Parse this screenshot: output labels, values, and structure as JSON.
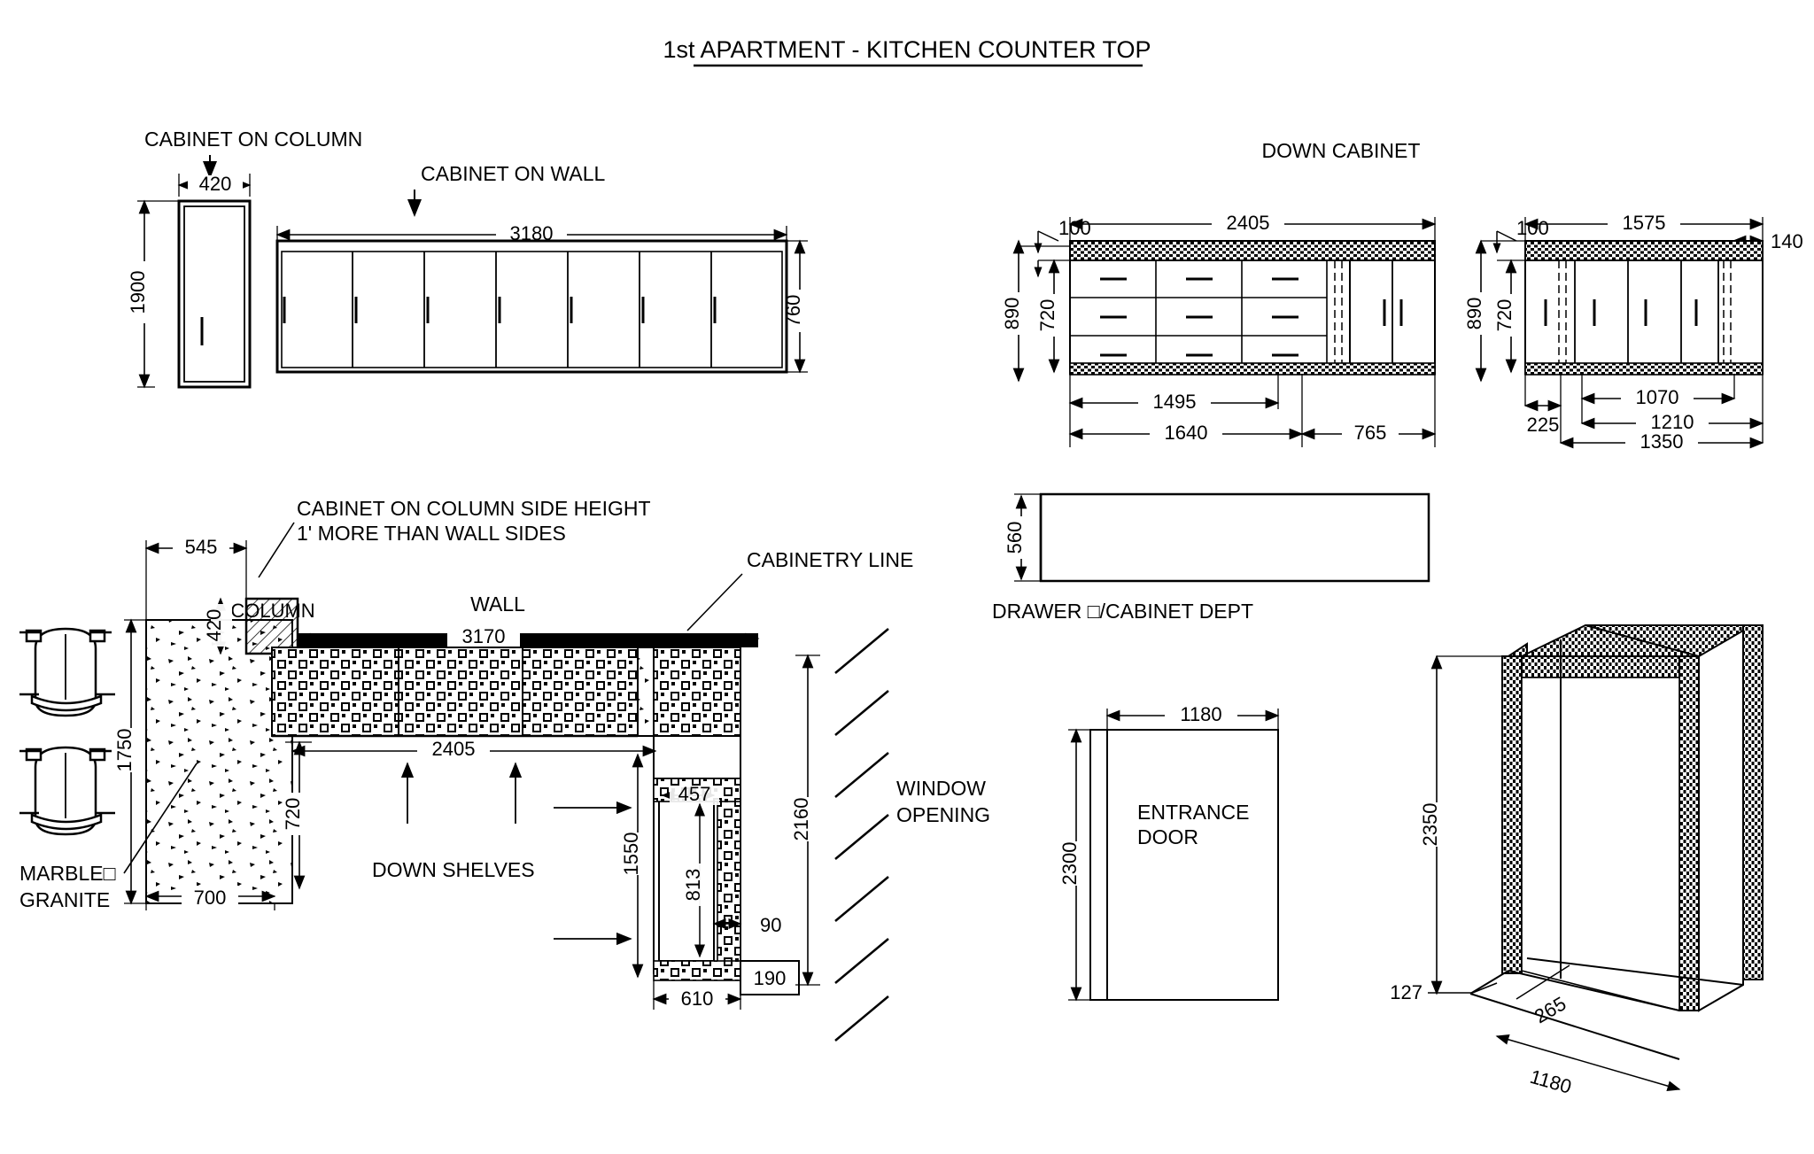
{
  "drawing": {
    "title": "1st APARTMENT - KITCHEN COUNTER TOP",
    "units": "mm"
  },
  "labels": {
    "cabinet_on_column": "CABINET ON COLUMN",
    "cabinet_on_wall": "CABINET ON WALL",
    "down_cabinet": "DOWN CABINET",
    "drawer_cabinet_dept": "DRAWER □/CABINET DEPT",
    "cabinet_column_note_l1": "CABINET ON COLUMN SIDE HEIGHT",
    "cabinet_column_note_l2": "1' MORE THAN WALL SIDES",
    "cabinetry_line": "CABINETRY LINE",
    "column": "COLUMN",
    "wall": "WALL",
    "down_shelves": "DOWN SHELVES",
    "marble_l1": "MARBLE□",
    "marble_l2": "GRANITE",
    "window_opening_l1": "WINDOW",
    "window_opening_l2": "OPENING",
    "entrance_door_l1": "ENTRANCE",
    "entrance_door_l2": "DOOR"
  },
  "dimensions": {
    "column_cabinet_width": "420",
    "column_cabinet_height": "1900",
    "wall_cabinet_width": "3180",
    "wall_cabinet_height": "760",
    "down_cab_left_top_offset": "100",
    "down_cab_left_width": "2405",
    "down_cab_left_total_height": "890",
    "down_cab_left_inner_height": "720",
    "down_cab_left_drawers": "1495",
    "down_cab_left_bank": "1640",
    "down_cab_left_doors": "765",
    "down_cab_right_top_offset": "100",
    "down_cab_right_width": "1575",
    "down_cab_right_end": "140",
    "down_cab_right_total_height": "890",
    "down_cab_right_inner_height": "720",
    "down_cab_right_left_seg": "225",
    "down_cab_right_doors": "1070",
    "down_cab_right_mid": "1210",
    "down_cab_right_total": "1350",
    "drawer_depth": "560",
    "plan_counter_left": "545",
    "plan_column_depth": "420",
    "plan_wall_run": "3170",
    "plan_marble_height": "1750",
    "plan_marble_width": "700",
    "plan_counter_depth": "720",
    "plan_shelf_run": "2405",
    "plan_return_length": "1550",
    "plan_sink_width": "457",
    "plan_sink_length": "813",
    "plan_wall_thk": "90",
    "plan_wall_offset": "190",
    "plan_window_wall": "2160",
    "plan_return_width": "610",
    "door_width": "1180",
    "door_height": "2300",
    "iso_height": "2350",
    "iso_jamb": "127",
    "iso_depth": "265",
    "iso_width": "1180"
  }
}
